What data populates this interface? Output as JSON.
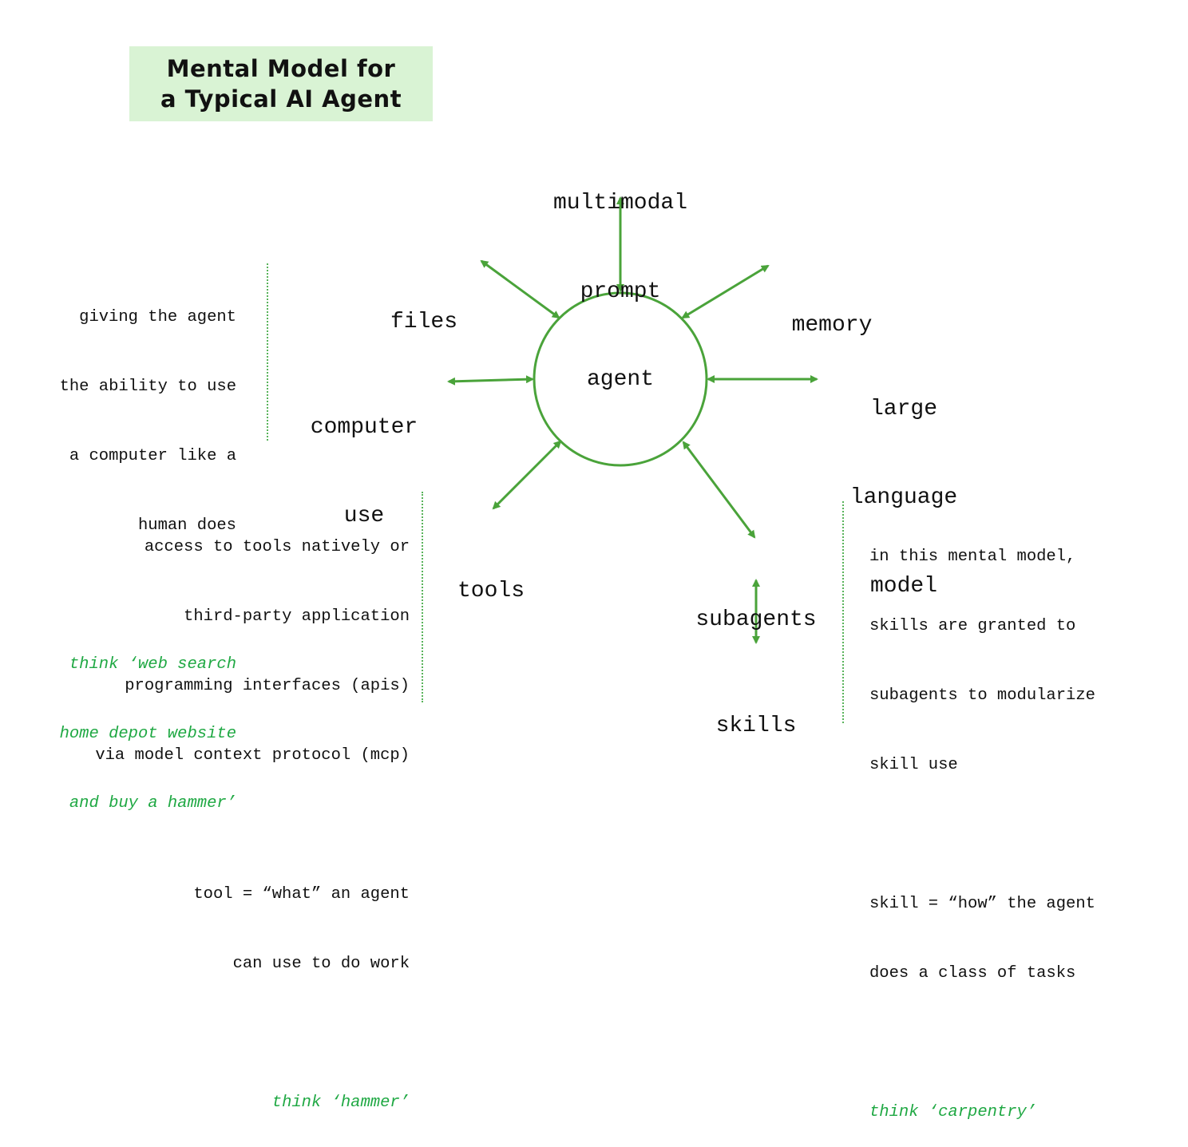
{
  "title": {
    "line1": "Mental Model for",
    "line2": "a Typical AI Agent"
  },
  "colors": {
    "arrow": "#4aa33a",
    "title_bg": "#d9f3d4",
    "hint_text": "#1fa843",
    "divider": "#58b35a"
  },
  "center": {
    "label": "agent"
  },
  "nodes": {
    "prompt": [
      "multimodal",
      "prompt"
    ],
    "files": [
      "files"
    ],
    "memory": [
      "memory"
    ],
    "computer_use": [
      "computer",
      "use"
    ],
    "llm": [
      "large",
      "language",
      "model"
    ],
    "tools": [
      "tools"
    ],
    "subagents": [
      "subagents"
    ],
    "skills": [
      "skills"
    ]
  },
  "notes": {
    "computer_use": {
      "lines": [
        "giving the agent",
        "the ability to use",
        "a computer like a",
        "human does"
      ],
      "hint": [
        "think ‘web search",
        "home depot website",
        "and buy a hammer’"
      ]
    },
    "tools": {
      "lines": [
        "access to tools natively or",
        "third-party application",
        "programming interfaces (apis)",
        "via model context protocol (mcp)"
      ],
      "definition": [
        "tool = “what” an agent",
        "can use to do work"
      ],
      "hint": [
        "think ‘hammer’"
      ]
    },
    "skills": {
      "lines": [
        "in this mental model,",
        "skills are granted to",
        "subagents to modularize",
        "skill use"
      ],
      "definition": [
        "skill = “how” the agent",
        "does a class of tasks"
      ],
      "hint": [
        "think ‘carpentry’"
      ]
    }
  }
}
